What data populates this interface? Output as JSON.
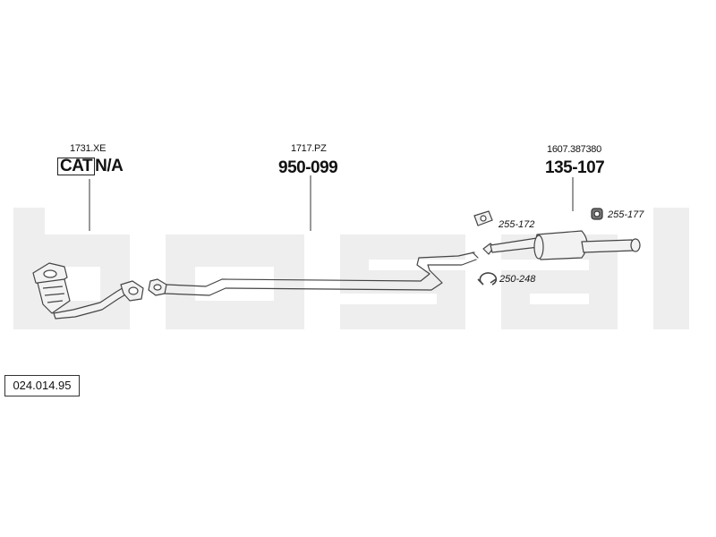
{
  "watermark": "bosal",
  "diagram_code": "024.014.95",
  "parts": [
    {
      "oe_ref": "1731.XE",
      "part_prefix": "CAT",
      "part_value": "N/A"
    },
    {
      "oe_ref": "1717.PZ",
      "part_number": "950-099"
    },
    {
      "oe_ref": "1607.387380",
      "part_number": "135-107"
    }
  ],
  "accessories": [
    {
      "code": "255-172",
      "icon": "rubber-hanger-icon"
    },
    {
      "code": "255-177",
      "icon": "rubber-mount-icon"
    },
    {
      "code": "250-248",
      "icon": "pipe-clamp-icon"
    }
  ],
  "colors": {
    "watermark": "#eeeeee",
    "outline": "#444444",
    "part_fill": "#f2f2f2"
  }
}
